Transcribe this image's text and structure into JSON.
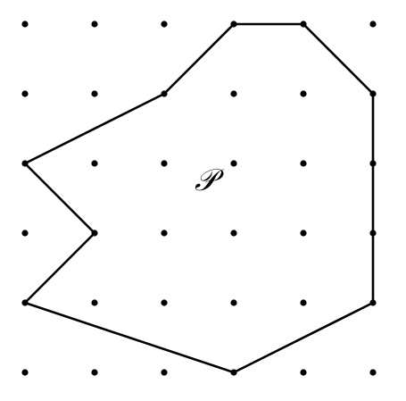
{
  "diagram": {
    "polygon_label": "𝒫",
    "grid": {
      "columns": 6,
      "rows": 6
    },
    "polygon_vertices": [
      [
        3,
        0
      ],
      [
        4,
        0
      ],
      [
        5,
        1
      ],
      [
        5,
        4
      ],
      [
        3,
        5
      ],
      [
        0,
        4
      ],
      [
        1,
        3
      ],
      [
        0,
        2
      ],
      [
        2,
        1
      ]
    ],
    "colors": {
      "dots": "#000000",
      "outline": "#000000",
      "background": "#ffffff"
    }
  }
}
